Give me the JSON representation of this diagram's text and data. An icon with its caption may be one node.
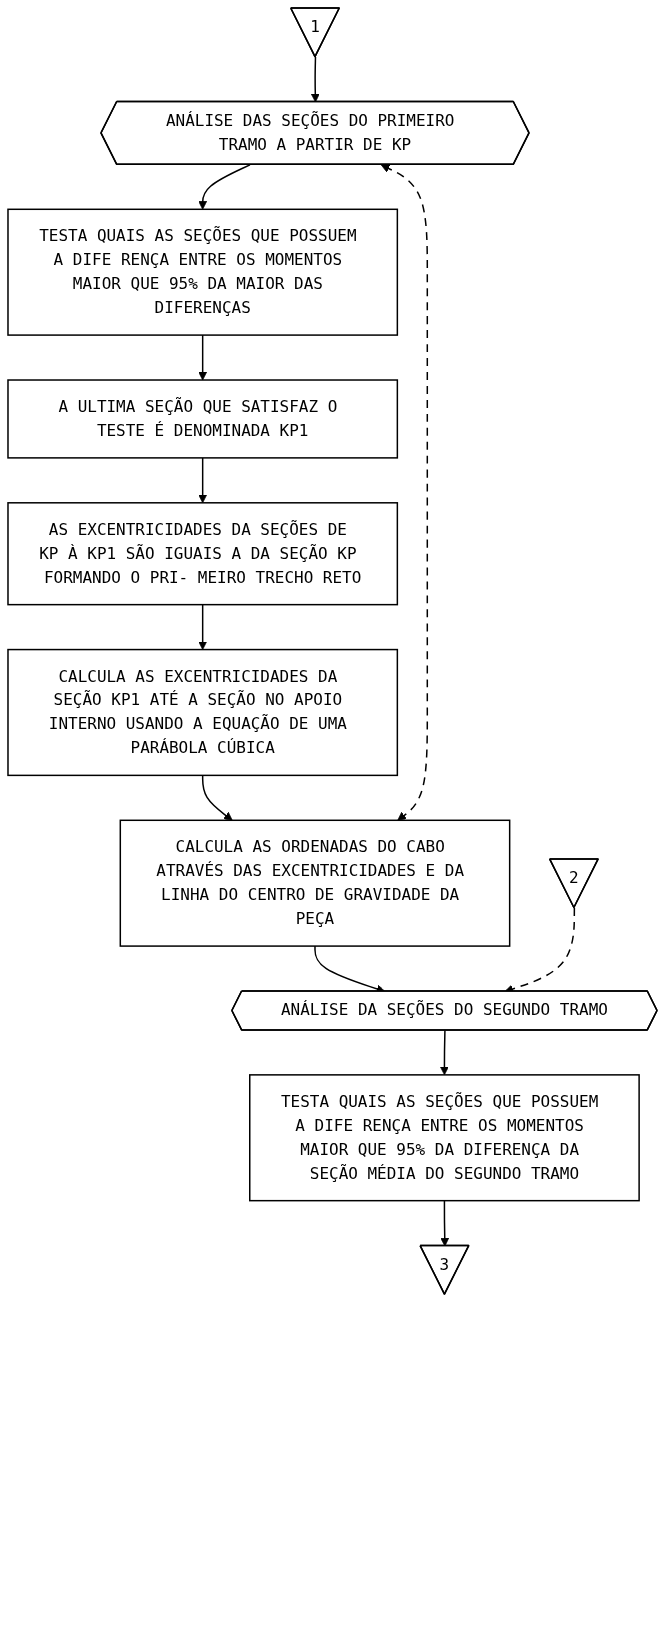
{
  "diagram": {
    "nodes": [
      {
        "text": [
          "1"
        ]
      },
      {
        "text": [
          "ANÁLISE DAS SEÇÕES DO PRIMEIRO TRAMO A PARTIR DE KP"
        ]
      },
      {
        "text": [
          "TESTA QUAIS AS SEÇÕES QUE POSSUEM A DIFE RENÇA ENTRE OS MOMENTOS MAIOR QUE 95% DA MAIOR DAS DIFERENÇAS"
        ]
      },
      {
        "text": [
          "A ULTIMA SEÇÃO QUE SATISFAZ O TESTE É DENOMINADA KP1"
        ]
      },
      {
        "text": [
          "AS EXCENTRICIDADES DA SEÇÕES DE KP À KP1 SÃO IGUAIS A DA SEÇÃO KP FORMANDO O PRI- MEIRO TRECHO RETO"
        ]
      },
      {
        "text": [
          "CALCULA AS EXCENTRICIDADES DA SEÇÃO KP1 ATÉ A SEÇÃO NO APOIO INTERNO USANDO A EQUAÇÃO DE UMA PARÁBOLA CÚBICA"
        ]
      },
      {
        "text": [
          "CALCULA AS ORDENADAS DO CABO ATRAVÉS DAS EXCENTRICIDADES E DA LINHA DO CENTRO DE GRAVIDADE DA PEÇA"
        ]
      },
      {
        "text": [
          "ANÁLISE DA SEÇÕES DO SEGUNDO TRAMO"
        ]
      },
      {
        "text": [
          "TESTA QUAIS AS SEÇÕES QUE POSSUEM A DIFE RENÇA ENTRE OS MOMENTOS MAIOR QUE 95% DA DIFERENÇA DA SEÇÃO MÉDIA DO SEGUNDO TRAMO"
        ]
      },
      {
        "text": [
          "2"
        ]
      },
      {
        "text": [
          "3"
        ]
      }
    ],
    "edges": [
      {
        "from": 0,
        "to": 1,
        "arrow": "to"
      },
      {
        "from": 1,
        "to": 2,
        "arrow": "to"
      },
      {
        "from": 2,
        "to": 3,
        "arrow": "to"
      },
      {
        "from": 3,
        "to": 4,
        "arrow": "to"
      },
      {
        "from": 4,
        "to": 5,
        "arrow": "to"
      },
      {
        "from": 5,
        "to": 6,
        "arrow": "to"
      },
      {
        "from": 6,
        "to": 7,
        "arrow": "to"
      },
      {
        "from": 7,
        "to": 8,
        "arrow": "to"
      },
      {
        "from": 8,
        "to": 10,
        "arrow": "to"
      },
      {
        "from": 1,
        "to": 6,
        "arrow": "both",
        "style": "dashed"
      },
      {
        "from": 9,
        "to": 7,
        "arrow": "to",
        "style": "dashed"
      }
    ]
  }
}
